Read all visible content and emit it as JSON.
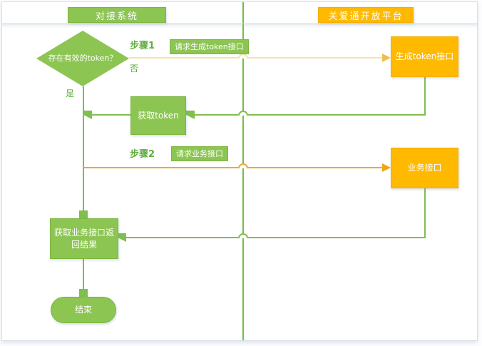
{
  "diagram": {
    "lanes": [
      {
        "label": "对接系统"
      },
      {
        "label": "关爱通开放平台"
      }
    ],
    "nodes": {
      "decision": {
        "label": "存在有效的token？"
      },
      "get_token": {
        "label": "获取token"
      },
      "gen_token_api": {
        "label": "生成token接口"
      },
      "business_api": {
        "label": "业务接口"
      },
      "get_result": {
        "label": "获取业务接口返回结果"
      },
      "end": {
        "label": "结束"
      }
    },
    "annotations": {
      "step1": {
        "label": "步骤1",
        "tag": "请求生成token接口"
      },
      "step2": {
        "label": "步骤2",
        "tag": "请求业务接口"
      },
      "no": "否",
      "yes": "是"
    },
    "colors": {
      "node_green": "#8cc552",
      "node_green_border": "#7db53f",
      "node_orange": "#ffb900",
      "lane_divider_green": "#71be4a",
      "connector_green": "#7fbf4d",
      "connector_pale_yellow": "#f3e2a9",
      "connector_orange": "#eba93d",
      "label_green": "#5fae3e"
    }
  }
}
